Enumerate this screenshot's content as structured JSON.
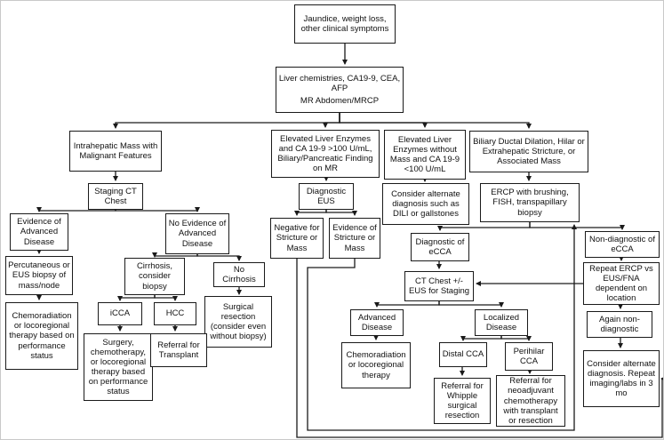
{
  "diagram_type": "flowchart",
  "nodes": {
    "jaundice": {
      "label": "Jaundice, weight loss, other clinical symptoms"
    },
    "liver_chem": {
      "line1": "Liver chemistries, CA19-9, CEA, AFP",
      "line2": "MR Abdomen/MRCP"
    },
    "intrahepatic": {
      "label": "Intrahepatic Mass with Malignant Features"
    },
    "elevated_high": {
      "label": "Elevated Liver Enzymes and CA 19-9 >100 U/mL, Biliary/Pancreatic Finding on MR"
    },
    "elevated_low": {
      "label": "Elevated Liver Enzymes without Mass and CA 19-9 <100 U/mL"
    },
    "biliary": {
      "label": "Biliary Ductal Dilation, Hilar or Extrahepatic Stricture, or Associated Mass"
    },
    "staging_ct": {
      "label": "Staging CT Chest"
    },
    "diagnostic_eus": {
      "label": "Diagnostic EUS"
    },
    "consider_alt_dili": {
      "label": "Consider alternate diagnosis such as DILI or gallstones"
    },
    "ercp": {
      "label": "ERCP with brushing, FISH, transpapillary biopsy"
    },
    "evidence_adv": {
      "label": "Evidence of Advanced Disease"
    },
    "no_evidence_adv": {
      "label": "No Evidence of Advanced Disease"
    },
    "negative_stricture": {
      "label": "Negative for Stricture or Mass"
    },
    "evidence_stricture": {
      "label": "Evidence of Stricture or Mass"
    },
    "diagnostic_ecca": {
      "label": "Diagnostic of eCCA"
    },
    "nondiagnostic_ecca": {
      "label": "Non-diagnostic of eCCA"
    },
    "percutaneous": {
      "label": "Percutaneous or EUS biopsy of mass/node"
    },
    "cirrhosis": {
      "label": "Cirrhosis, consider biopsy"
    },
    "no_cirrhosis": {
      "label": "No Cirrhosis"
    },
    "ct_chest_eus": {
      "label": "CT Chest +/- EUS for Staging"
    },
    "repeat_ercp": {
      "label": "Repeat ERCP vs EUS/FNA dependent on location"
    },
    "chemoradiation_left": {
      "label": "Chemoradiation or locoregional therapy based on performance status"
    },
    "icca": {
      "label": "iCCA"
    },
    "hcc": {
      "label": "HCC"
    },
    "surgical_resection": {
      "label": "Surgical resection (consider even without biopsy)"
    },
    "advanced_disease": {
      "label": "Advanced Disease"
    },
    "localized_disease": {
      "label": "Localized Disease"
    },
    "again_nondiag": {
      "label": "Again non-diagnostic"
    },
    "surgery_chemo": {
      "label": "Surgery, chemotherapy, or locoregional therapy based on performance status"
    },
    "referral_transplant": {
      "label": "Referral for Transplant"
    },
    "chemoradiation_mid": {
      "label": "Chemoradiation or locoregional therapy"
    },
    "distal_cca": {
      "label": "Distal CCA"
    },
    "perihilar_cca": {
      "label": "Perihilar CCA"
    },
    "consider_alt_repeat": {
      "label": "Consider alternate diagnosis. Repeat imaging/labs in 3 mo"
    },
    "whipple": {
      "label": "Referral for Whipple surgical resection"
    },
    "neoadjuvant": {
      "label": "Referral for neoadjuvant chemotherapy with transplant or resection"
    }
  },
  "edges": [
    {
      "from": "jaundice",
      "to": "liver_chem"
    },
    {
      "from": "liver_chem",
      "to": "intrahepatic"
    },
    {
      "from": "liver_chem",
      "to": "elevated_high"
    },
    {
      "from": "liver_chem",
      "to": "elevated_low"
    },
    {
      "from": "liver_chem",
      "to": "biliary"
    },
    {
      "from": "intrahepatic",
      "to": "staging_ct"
    },
    {
      "from": "staging_ct",
      "to": "evidence_adv"
    },
    {
      "from": "staging_ct",
      "to": "no_evidence_adv"
    },
    {
      "from": "evidence_adv",
      "to": "percutaneous"
    },
    {
      "from": "percutaneous",
      "to": "chemoradiation_left"
    },
    {
      "from": "no_evidence_adv",
      "to": "cirrhosis"
    },
    {
      "from": "no_evidence_adv",
      "to": "no_cirrhosis"
    },
    {
      "from": "cirrhosis",
      "to": "icca"
    },
    {
      "from": "cirrhosis",
      "to": "hcc"
    },
    {
      "from": "icca",
      "to": "surgery_chemo"
    },
    {
      "from": "hcc",
      "to": "referral_transplant"
    },
    {
      "from": "no_cirrhosis",
      "to": "surgical_resection"
    },
    {
      "from": "elevated_high",
      "to": "diagnostic_eus"
    },
    {
      "from": "diagnostic_eus",
      "to": "negative_stricture"
    },
    {
      "from": "diagnostic_eus",
      "to": "evidence_stricture"
    },
    {
      "from": "negative_stricture",
      "to": "consider_alt_repeat"
    },
    {
      "from": "evidence_stricture",
      "to": "ercp"
    },
    {
      "from": "elevated_low",
      "to": "consider_alt_dili"
    },
    {
      "from": "biliary",
      "to": "ercp"
    },
    {
      "from": "ercp",
      "to": "diagnostic_ecca"
    },
    {
      "from": "ercp",
      "to": "nondiagnostic_ecca"
    },
    {
      "from": "diagnostic_ecca",
      "to": "ct_chest_eus"
    },
    {
      "from": "ct_chest_eus",
      "to": "advanced_disease"
    },
    {
      "from": "ct_chest_eus",
      "to": "localized_disease"
    },
    {
      "from": "advanced_disease",
      "to": "chemoradiation_mid"
    },
    {
      "from": "localized_disease",
      "to": "distal_cca"
    },
    {
      "from": "localized_disease",
      "to": "perihilar_cca"
    },
    {
      "from": "distal_cca",
      "to": "whipple"
    },
    {
      "from": "perihilar_cca",
      "to": "neoadjuvant"
    },
    {
      "from": "nondiagnostic_ecca",
      "to": "repeat_ercp"
    },
    {
      "from": "repeat_ercp",
      "to": "again_nondiag"
    },
    {
      "from": "repeat_ercp",
      "to": "ct_chest_eus"
    },
    {
      "from": "again_nondiag",
      "to": "consider_alt_repeat"
    }
  ]
}
